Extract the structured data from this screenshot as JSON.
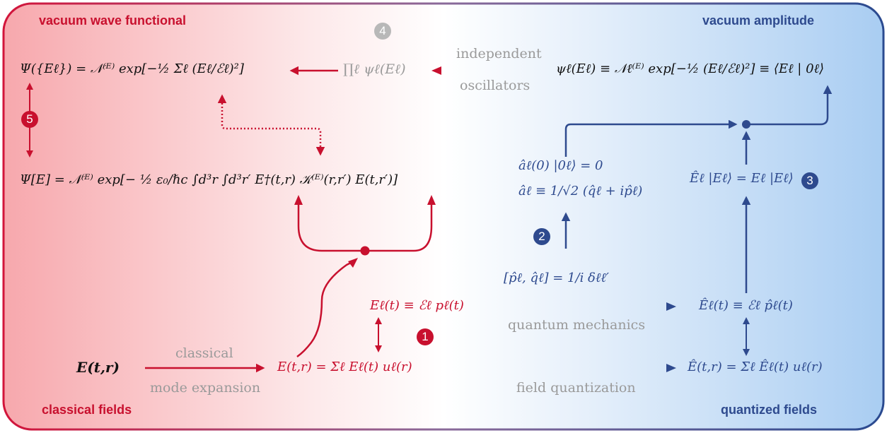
{
  "corners": {
    "top_left": "vacuum wave functional",
    "top_right": "vacuum amplitude",
    "bottom_left": "classical fields",
    "bottom_right": "quantized fields"
  },
  "steps": [
    "1",
    "2",
    "3",
    "4",
    "5"
  ],
  "arrow_labels": {
    "classical": "classical",
    "mode_expansion": "mode expansion",
    "quantum_mechanics": "quantum mechanics",
    "field_quantization": "field quantization",
    "independent": "independent",
    "oscillators": "oscillators"
  },
  "equations": {
    "psi_product": "Ψ({Eℓ}) = 𝒩⁽ᴱ⁾ exp[−½ Σℓ (Eℓ/ℰℓ)²]",
    "product_form": "∏ℓ ψℓ(Eℓ)",
    "single_mode": "ψℓ(Eℓ) ≡ 𝒩ℓ⁽ᴱ⁾ exp[−½ (Eℓ/ℰℓ)²] ≡ ⟨Eℓ | 0ℓ⟩",
    "functional": "Ψ[E] = 𝒩⁽ᴱ⁾ exp[− ½ ε₀/ℏc ∫d³r ∫d³r′ E†(t,r) 𝒦⁽ᴱ⁾(r,r′) E(t,r′)]",
    "annihilation_vacuum": "âℓ(0) |0ℓ⟩ = 0",
    "annihilation_def": "âℓ ≡ 1/√2 (q̂ℓ + ip̂ℓ)",
    "eigen": "Êℓ |Eℓ⟩ = Eℓ |Eℓ⟩",
    "commutator": "[p̂ℓ, q̂ℓ] = 1/i δℓℓ′",
    "classical_mode": "Eℓ(t) ≡ ℰℓ pℓ(t)",
    "quantum_mode": "Êℓ(t) ≡ ℰℓ p̂ℓ(t)",
    "field_classical": "E(t,r)",
    "expansion": "E(t,r) = Σℓ Eℓ(t) uℓ(r)",
    "quantized_expansion": "Ê(t,r) = Σℓ Êℓ(t) uℓ(r)"
  },
  "colors": {
    "red": "#c8102e",
    "blue": "#2e4a8e",
    "gray": "#9a9a9a",
    "gradient_left": "#f7a8ad",
    "gradient_right": "#a9cdf2"
  }
}
